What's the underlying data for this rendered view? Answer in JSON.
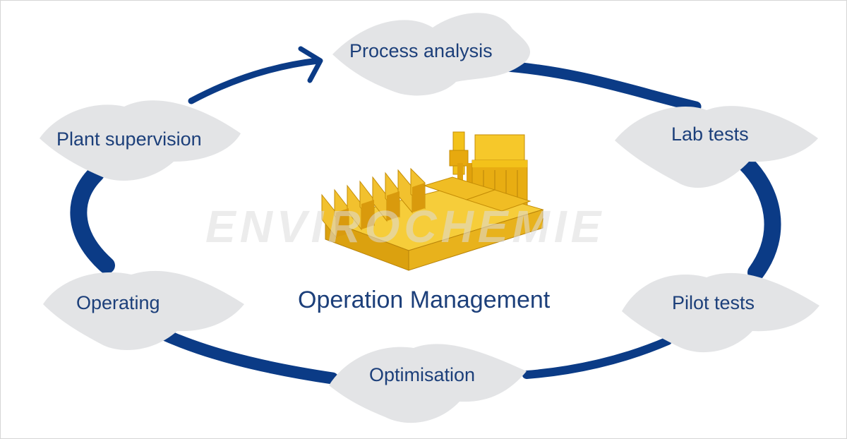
{
  "diagram": {
    "center_title": "Operation Management",
    "watermark": "ENVIROCHEMIE",
    "stages": [
      {
        "id": "process-analysis",
        "label": "Process analysis"
      },
      {
        "id": "lab-tests",
        "label": "Lab tests"
      },
      {
        "id": "pilot-tests",
        "label": "Pilot tests"
      },
      {
        "id": "optimisation",
        "label": "Optimisation"
      },
      {
        "id": "operating",
        "label": "Operating"
      },
      {
        "id": "plant-supervision",
        "label": "Plant supervision"
      }
    ],
    "colors": {
      "arrow": "#0b3b86",
      "label_text": "#1c3f7a",
      "note_fill": "#e3e4e6",
      "factory_yellow": "#f2c12e"
    }
  }
}
